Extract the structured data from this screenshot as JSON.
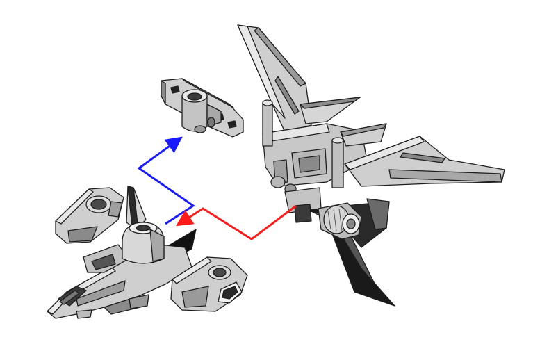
{
  "diagram": {
    "parts": [
      {
        "name": "connector-bracket"
      },
      {
        "name": "wing-backpack-assembly"
      },
      {
        "name": "jet-fighter-mode"
      }
    ],
    "arrows": [
      {
        "name": "blue-arrow",
        "color": "#1a1aff"
      },
      {
        "name": "red-arrow",
        "color": "#ff1a1a"
      }
    ],
    "colors": {
      "part_fill": "#cfcfcf",
      "part_light": "#e9e9e9",
      "part_dark": "#6e6e6e",
      "part_black": "#111111",
      "outline": "#1e1e1e"
    }
  }
}
